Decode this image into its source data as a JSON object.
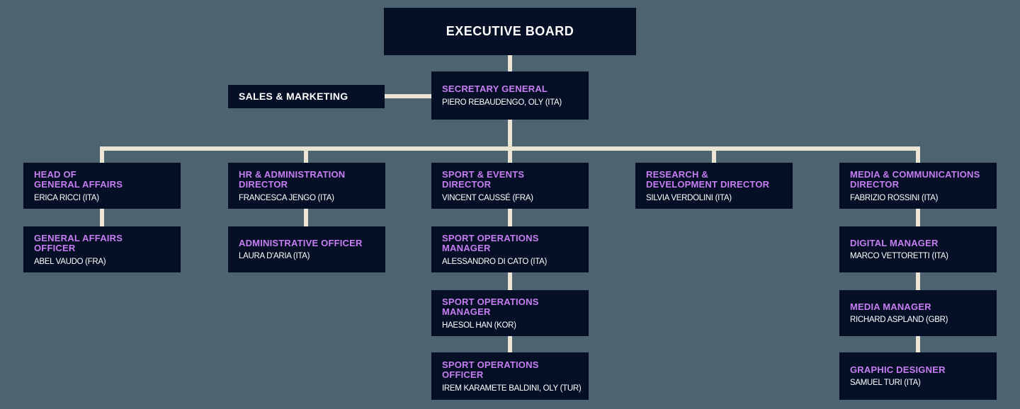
{
  "colors": {
    "background": "#4d6470",
    "node_background": "#050f26",
    "title_purple": "#c77ef2",
    "name_white": "#ffffff",
    "connector_cream": "#e9e5d2"
  },
  "org": {
    "executive_board": {
      "title": "EXECUTIVE BOARD"
    },
    "sales_marketing": {
      "title": "SALES & MARKETING"
    },
    "secretary_general": {
      "title": "SECRETARY GENERAL",
      "name": "PIERO REBAUDENGO, OLY (ITA)"
    },
    "head_of_general_affairs": {
      "title": "HEAD OF\nGENERAL AFFAIRS",
      "name": "ERICA RICCI (ITA)"
    },
    "general_affairs_officer": {
      "title": "GENERAL AFFAIRS\nOFFICER",
      "name": "ABEL VAUDO (FRA)"
    },
    "hr_administration_director": {
      "title": "HR & ADMINISTRATION\nDIRECTOR",
      "name": "FRANCESCA JENGO (ITA)"
    },
    "administrative_officer": {
      "title": "ADMINISTRATIVE OFFICER",
      "name": "LAURA D'ARIA (ITA)"
    },
    "sport_events_director": {
      "title": "SPORT & EVENTS\nDIRECTOR",
      "name": "VINCENT CAUSSÉ (FRA)"
    },
    "sport_operations_manager_1": {
      "title": "SPORT OPERATIONS\nMANAGER",
      "name": "ALESSANDRO DI CATO (ITA)"
    },
    "sport_operations_manager_2": {
      "title": "SPORT OPERATIONS\nMANAGER",
      "name": "HAESOL HAN (KOR)"
    },
    "sport_operations_officer": {
      "title": "SPORT OPERATIONS\nOFFICER",
      "name": "IREM KARAMETE BALDINI, OLY (TUR)"
    },
    "research_development_director": {
      "title": "RESEARCH &\nDEVELOPMENT DIRECTOR",
      "name": "SILVIA VERDOLINI (ITA)"
    },
    "media_communications_director": {
      "title": "MEDIA & COMMUNICATIONS\nDIRECTOR",
      "name": "FABRIZIO ROSSINI (ITA)"
    },
    "digital_manager": {
      "title": "DIGITAL MANAGER",
      "name": "MARCO VETTORETTI (ITA)"
    },
    "media_manager": {
      "title": "MEDIA MANAGER",
      "name": "RICHARD ASPLAND (GBR)"
    },
    "graphic_designer": {
      "title": "GRAPHIC DESIGNER",
      "name": "SAMUEL TURI (ITA)"
    }
  }
}
